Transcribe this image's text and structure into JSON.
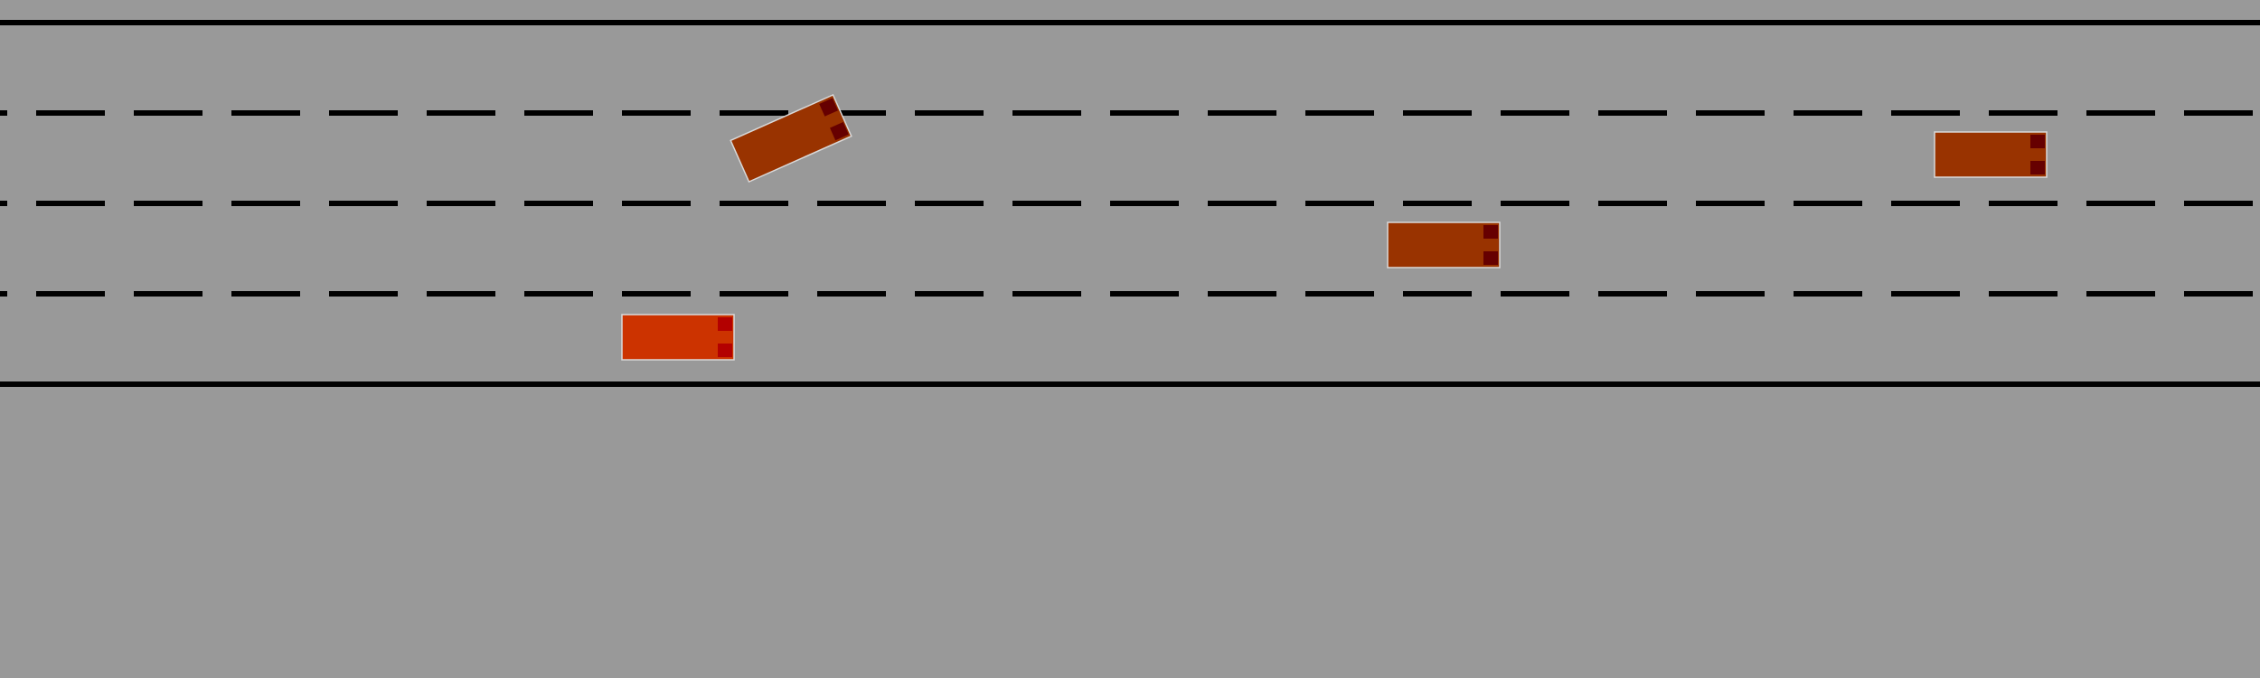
{
  "scene": {
    "type": "highway-driving-simulation",
    "lane_count": 4,
    "background_color": "#999999",
    "road_edge_color": "#000000",
    "lane_marking_color": "#000000",
    "lane_marking_style": "dashed"
  },
  "vehicles": [
    {
      "name": "ego-vehicle",
      "lane": 4,
      "heading": "right",
      "steering": "straight",
      "body_color": "#cc3300",
      "light_color": "#b30000"
    },
    {
      "name": "other-vehicle",
      "lane": 1,
      "heading": "right",
      "steering": "changing-lanes-up",
      "body_color": "#993300",
      "light_color": "#660000"
    },
    {
      "name": "other-vehicle",
      "lane": 3,
      "heading": "right",
      "steering": "straight",
      "body_color": "#993300",
      "light_color": "#660000"
    },
    {
      "name": "other-vehicle",
      "lane": 2,
      "heading": "right",
      "steering": "straight",
      "body_color": "#993300",
      "light_color": "#660000"
    }
  ]
}
